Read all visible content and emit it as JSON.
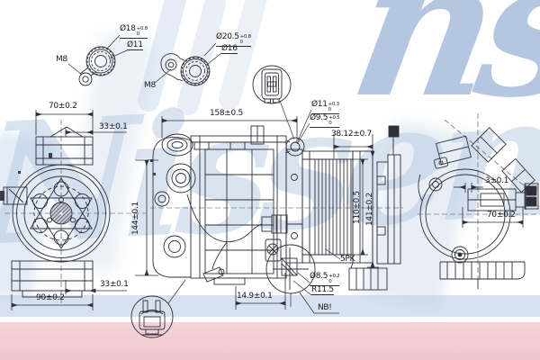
{
  "watermark": {
    "brand": "Nissens",
    "corner_fragment": "ns"
  },
  "colors": {
    "line": "#2f2f3a",
    "label": "#181822",
    "watermark_blue": "#9eb8da",
    "band_blue": "#bed1e9",
    "band_pink": "#efc7ce"
  },
  "labels": {
    "d18": {
      "main": "Ø18",
      "sup": "+0.8",
      "sub": "0"
    },
    "d11_small": "Ø11",
    "m8_left": "M8",
    "d205": {
      "main": "Ø20.5",
      "sup": "+0.8",
      "sub": "0"
    },
    "d16": "Ø16",
    "m8_mid": "M8",
    "dim70_top": "70±0.2",
    "dim33_top": "33±0.1",
    "dim158": "158±0.5",
    "d11": {
      "main": "Ø11",
      "sup": "+0.3",
      "sub": "0"
    },
    "d95": {
      "main": "Ø9.5",
      "sup": "+0.5",
      "sub": "0"
    },
    "dim3812": "38.12±0.7",
    "dim144": "144±0.1",
    "dim110": "110±0.5",
    "dim141": "141±0.2",
    "pk": "5PK",
    "dim90": "90±0.2",
    "dim33_bottom": "33±0.1",
    "dim149": "14.9±0.1",
    "d85": {
      "main": "Ø8.5",
      "sup": "+0.2",
      "sub": "0"
    },
    "r115": "R11.5",
    "nb": "NB!",
    "dim3": "3±0.1",
    "dim70_right": "70±0.2"
  }
}
